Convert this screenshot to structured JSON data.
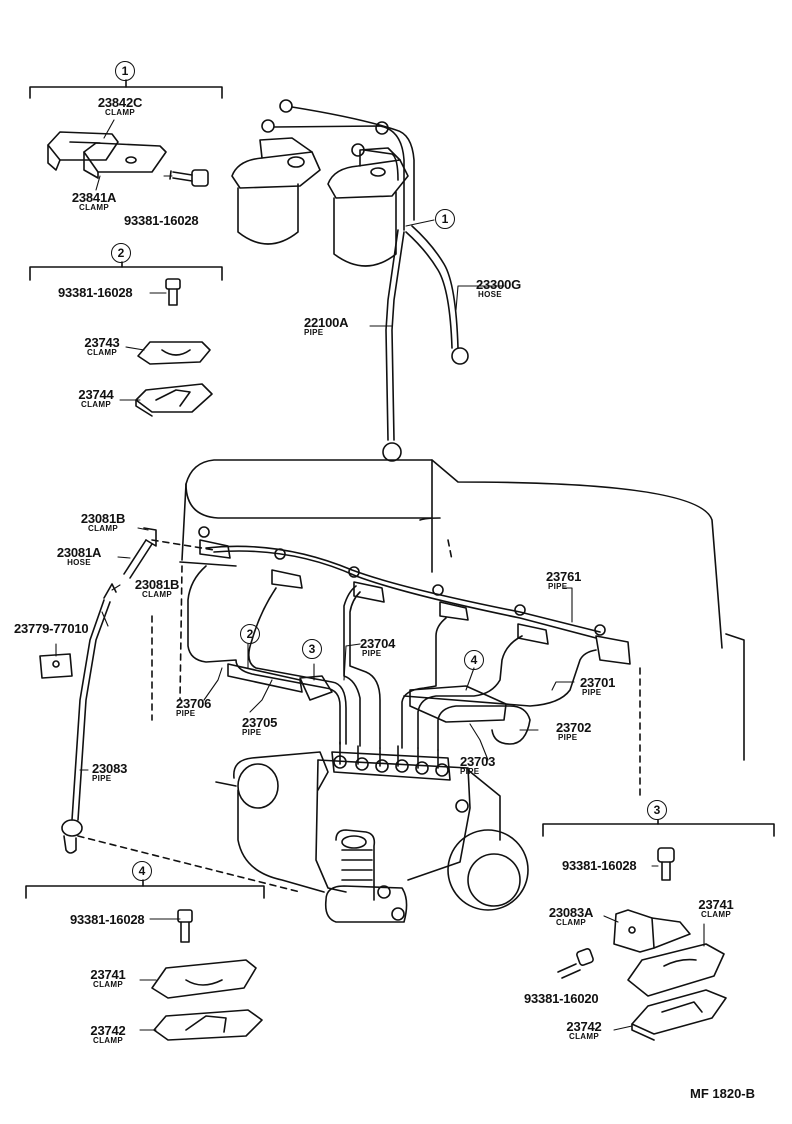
{
  "figure_code": "MF 1820-B",
  "groups": {
    "g1": {
      "number": "1"
    },
    "g2": {
      "number": "2"
    },
    "g3": {
      "number": "3"
    },
    "g4": {
      "number": "4"
    }
  },
  "callouts": {
    "c1": "1",
    "c2": "2",
    "c3": "3",
    "c4": "4"
  },
  "parts": {
    "p23842C": {
      "number": "23842C",
      "name": "CLAMP"
    },
    "p23841A": {
      "number": "23841A",
      "name": "CLAMP"
    },
    "bolt_g1": {
      "number": "93381-16028"
    },
    "bolt_g2": {
      "number": "93381-16028"
    },
    "p23743": {
      "number": "23743",
      "name": "CLAMP"
    },
    "p23744": {
      "number": "23744",
      "name": "CLAMP"
    },
    "p23300G": {
      "number": "23300G",
      "name": "HOSE"
    },
    "p22100A": {
      "number": "22100A",
      "name": "PIPE"
    },
    "p23081B_a": {
      "number": "23081B",
      "name": "CLAMP"
    },
    "p23081A": {
      "number": "23081A",
      "name": "HOSE"
    },
    "p23081B_b": {
      "number": "23081B",
      "name": "CLAMP"
    },
    "p23779": {
      "number": "23779-77010"
    },
    "p23761": {
      "number": "23761",
      "name": "PIPE"
    },
    "p23704": {
      "number": "23704",
      "name": "PIPE"
    },
    "p23701": {
      "number": "23701",
      "name": "PIPE"
    },
    "p23706": {
      "number": "23706",
      "name": "PIPE"
    },
    "p23705": {
      "number": "23705",
      "name": "PIPE"
    },
    "p23702": {
      "number": "23702",
      "name": "PIPE"
    },
    "p23703": {
      "number": "23703",
      "name": "PIPE"
    },
    "p23083": {
      "number": "23083",
      "name": "PIPE"
    },
    "bolt_g3": {
      "number": "93381-16028"
    },
    "p23083A": {
      "number": "23083A",
      "name": "CLAMP"
    },
    "p23741_g3": {
      "number": "23741",
      "name": "CLAMP"
    },
    "bolt_g3b": {
      "number": "93381-16020"
    },
    "p23742_g3": {
      "number": "23742",
      "name": "CLAMP"
    },
    "bolt_g4": {
      "number": "93381-16028"
    },
    "p23741_g4": {
      "number": "23741",
      "name": "CLAMP"
    },
    "p23742_g4": {
      "number": "23742",
      "name": "CLAMP"
    }
  }
}
